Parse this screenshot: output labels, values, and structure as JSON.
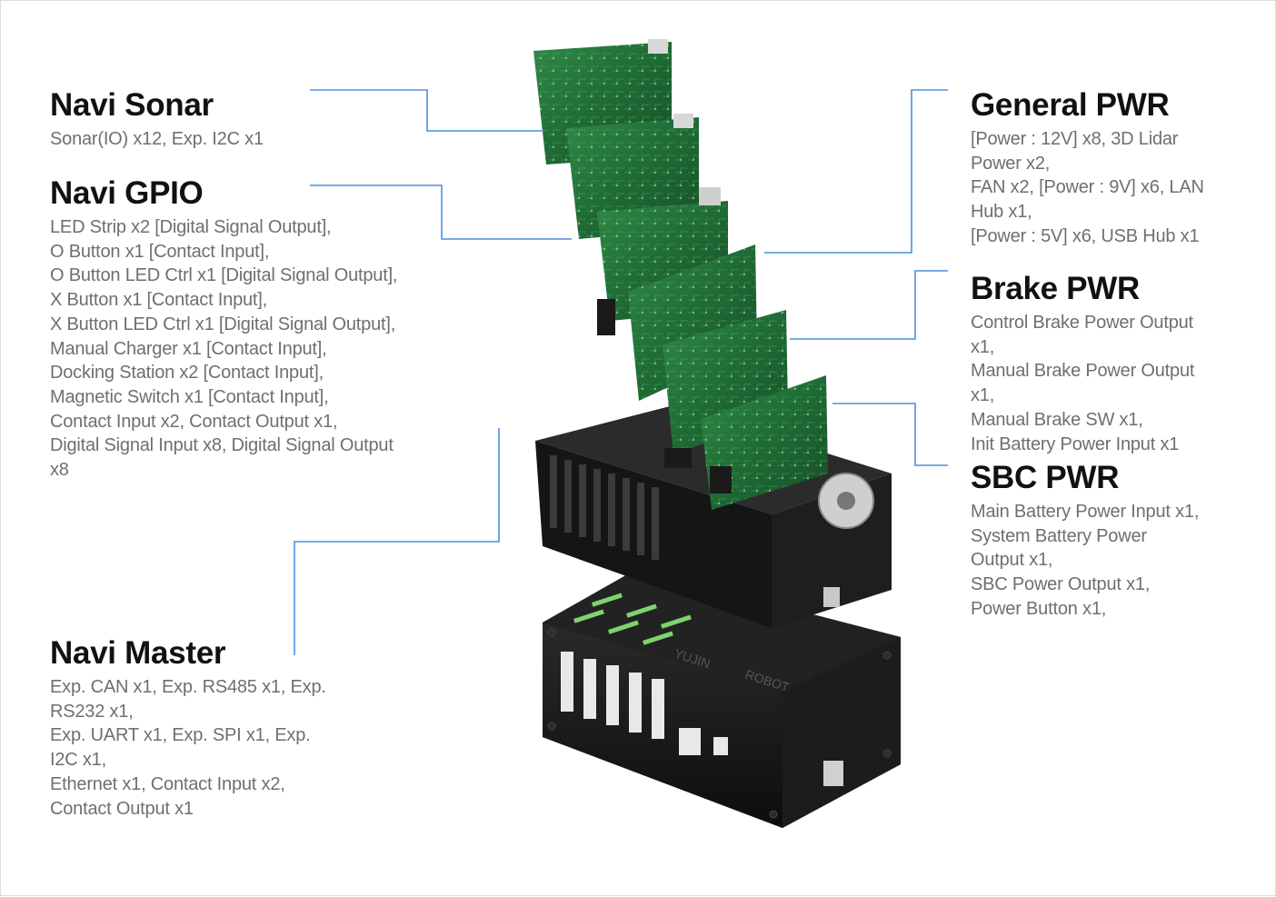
{
  "colors": {
    "leader_line": "#4a90d9",
    "title": "#111111",
    "description": "#6f6f6f",
    "pcb_green": "#1f6b35",
    "chassis_black": "#1a1a1a"
  },
  "callouts": {
    "navi_sonar": {
      "title": "Navi Sonar",
      "lines": [
        "Sonar(IO) x12, Exp. I2C x1"
      ]
    },
    "navi_gpio": {
      "title": "Navi GPIO",
      "lines": [
        "LED Strip x2 [Digital Signal Output],",
        "O Button x1 [Contact Input],",
        "O Button LED Ctrl x1 [Digital Signal Output],",
        "X Button x1 [Contact Input],",
        "X Button LED Ctrl x1 [Digital Signal Output],",
        "Manual Charger x1 [Contact Input],",
        "Docking Station x2 [Contact Input],",
        "Magnetic Switch x1 [Contact Input],",
        "Contact Input x2, Contact Output x1,",
        "Digital Signal Input x8, Digital Signal Output",
        "x8"
      ]
    },
    "navi_master": {
      "title": "Navi Master",
      "lines": [
        "Exp. CAN x1, Exp. RS485 x1, Exp.",
        "RS232 x1,",
        "Exp. UART x1, Exp. SPI x1, Exp.",
        "I2C x1,",
        "Ethernet x1, Contact Input x2,",
        "Contact Output x1"
      ]
    },
    "general_pwr": {
      "title": "General PWR",
      "lines": [
        "[Power : 12V] x8, 3D Lidar",
        "Power x2,",
        "FAN x2, [Power : 9V] x6, LAN",
        "Hub x1,",
        "[Power : 5V] x6, USB Hub x1"
      ]
    },
    "brake_pwr": {
      "title": "Brake PWR",
      "lines": [
        "Control Brake Power Output",
        "x1,",
        "Manual Brake Power Output",
        "x1,",
        "Manual Brake SW x1,",
        "Init Battery Power Input x1"
      ]
    },
    "sbc_pwr": {
      "title": "SBC PWR",
      "lines": [
        "Main Battery Power Input x1,",
        "System Battery Power",
        "Output x1,",
        "SBC Power Output x1,",
        "Power Button x1,"
      ]
    }
  },
  "product_image": {
    "icon": "exploded-controller-image",
    "case_logo_left": "YUJIN",
    "case_logo_right": "ROBOT"
  }
}
